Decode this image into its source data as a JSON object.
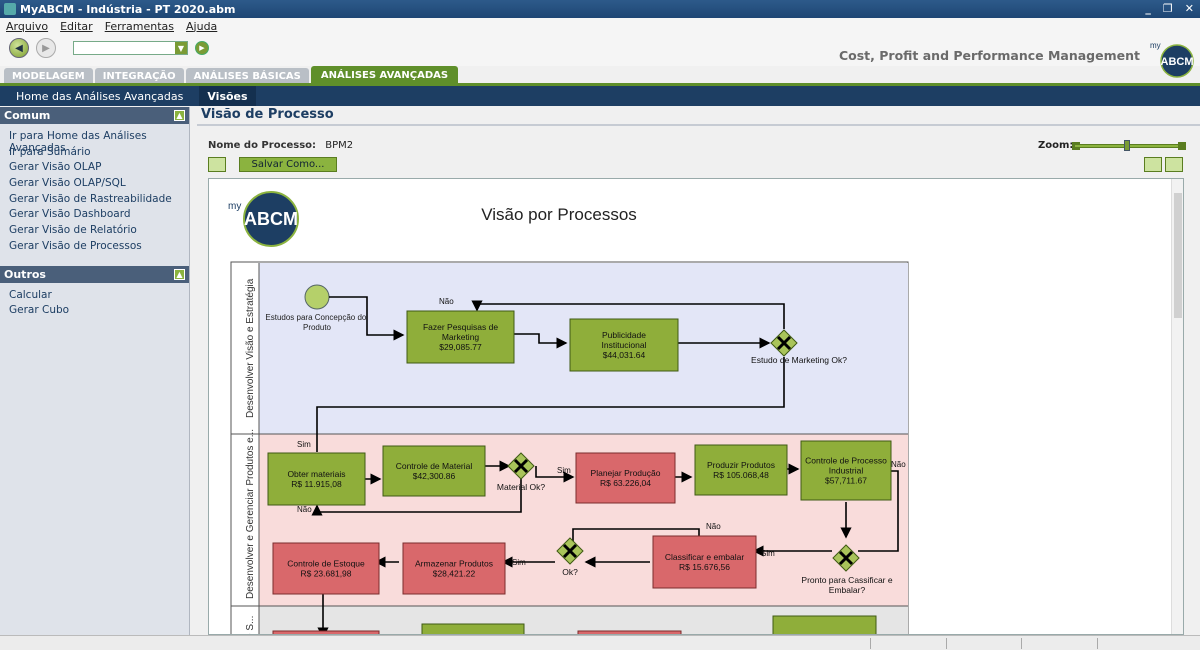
{
  "window": {
    "title": "MyABCM - Indústria - PT 2020.abm"
  },
  "menu": [
    "Arquivo",
    "Editar",
    "Ferramentas",
    "Ajuda"
  ],
  "header": {
    "tagline": "Cost, Profit and Performance Management",
    "brand_small": "my",
    "brand_logo": "ABCM"
  },
  "tabs": [
    {
      "label": "MODELAGEM",
      "active": false
    },
    {
      "label": "INTEGRAÇÃO",
      "active": false
    },
    {
      "label": "ANÁLISES BÁSICAS",
      "active": false
    },
    {
      "label": "ANÁLISES AVANÇADAS",
      "active": true
    }
  ],
  "subnav": [
    "Home das Análises Avançadas",
    "Visões"
  ],
  "sidebar": {
    "comum_title": "Comum",
    "comum_items": [
      "Ir para Home das Análises Avançadas",
      "Ir para Sumário",
      "Gerar Visão OLAP",
      "Gerar Visão OLAP/SQL",
      "Gerar Visão de Rastreabilidade",
      "Gerar Visão Dashboard",
      "Gerar Visão de Relatório",
      "Gerar Visão de Processos"
    ],
    "outros_title": "Outros",
    "outros_items": [
      "Calcular",
      "Gerar Cubo"
    ]
  },
  "main": {
    "page_title": "Visão de Processo",
    "process_label": "Nome do Processo:",
    "process_name": "BPM2",
    "zoom_label": "Zoom:",
    "zoom_level": 0.48,
    "save_as": "Salvar Como..."
  },
  "diagram": {
    "title": "Visão por Processos",
    "logo_small": "my",
    "logo_text": "ABCM",
    "lanes": [
      "Desenvolver Visão e Estratégia",
      "Desenvolver e Gerenciar Produtos e...",
      "e S..."
    ],
    "events": [
      {
        "label": "Estudos para Concepção do Produto"
      }
    ],
    "tasks": [
      {
        "id": "t1",
        "name": "Fazer Pesquisas de Marketing",
        "value": "$29,085.77",
        "color": "green"
      },
      {
        "id": "t2",
        "name": "Publicidade Institucional",
        "value": "$44,031.64",
        "color": "green"
      },
      {
        "id": "t3",
        "name": "Obter materiais",
        "value": "R$ 11.915,08",
        "color": "green"
      },
      {
        "id": "t4",
        "name": "Controle de Material",
        "value": "$42,300.86",
        "color": "green"
      },
      {
        "id": "t5",
        "name": "Planejar Produção",
        "value": "R$ 63.226,04",
        "color": "red"
      },
      {
        "id": "t6",
        "name": "Produzir Produtos",
        "value": "R$ 105.068,48",
        "color": "green"
      },
      {
        "id": "t7",
        "name": "Controle de Processo Industrial",
        "value": "$57,711.67",
        "color": "green"
      },
      {
        "id": "t8",
        "name": "Classificar e embalar",
        "value": "R$ 15.676,56",
        "color": "red"
      },
      {
        "id": "t9",
        "name": "Armazenar Produtos",
        "value": "$28,421.22",
        "color": "red"
      },
      {
        "id": "t10",
        "name": "Controle de Estoque",
        "value": "R$ 23.681,98",
        "color": "red"
      }
    ],
    "gateways": [
      {
        "id": "g1",
        "label": "Estudo de Marketing Ok?"
      },
      {
        "id": "g2",
        "label": "Material Ok?"
      },
      {
        "id": "g3",
        "label": "Pronto para Cassificar e Embalar?"
      },
      {
        "id": "g4",
        "label": "Ok?"
      }
    ],
    "flow_labels": {
      "yes": "Sim",
      "no": "Não"
    }
  },
  "colors": {
    "task_green": "#8fae3a",
    "task_red": "#d9686b",
    "lane1_bg": "#e3e6f7",
    "lane2_bg": "#f9dcdb",
    "lane3_bg": "#e5e5e5",
    "accent": "#5f8f2a",
    "nav": "#1d3e63"
  }
}
